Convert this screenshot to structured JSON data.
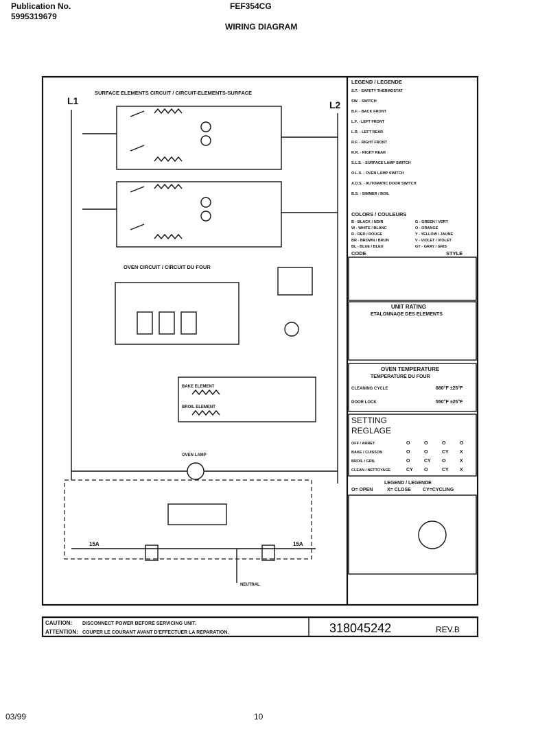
{
  "header": {
    "publication_label": "Publication No.",
    "publication_number": "5995319679",
    "model": "FEF354CG",
    "doc_title": "WIRING DIAGRAM"
  },
  "diagram": {
    "line_left": "L1",
    "line_right": "L2",
    "surface_title": "SURFACE ELEMENTS CIRCUIT / CIRCUIT-ELEMENTS-SURFACE",
    "oven_title": "OVEN CIRCUIT / CIRCUIT DU FOUR",
    "legend_title": "LEGEND / LEGENDE",
    "legend_items": [
      "S.T. - SAFETY THERMOSTAT",
      "SW. - SWITCH",
      "B.F. - BACK FRONT",
      "L.F. - LEFT FRONT",
      "L.R. - LEFT REAR",
      "R.F. - RIGHT FRONT",
      "R.R. - RIGHT REAR",
      "S.L.S. - SURFACE LAMP SWITCH",
      "O.L.S. - OVEN LAMP SWITCH",
      "A.D.S. - AUTOMATIC DOOR SWITCH",
      "B.S. - SIMMER / BOIL"
    ],
    "colors_title": "COLORS / COULEURS",
    "color_items": [
      "B - BLACK / NOIR",
      "W - WHITE / BLANC",
      "R - RED / ROUGE",
      "BR - BROWN / BRUN",
      "BL - BLUE / BLEU",
      "G - GREEN / VERT",
      "O - ORANGE",
      "Y - YELLOW / JAUNE",
      "V - VIOLET / VIOLET",
      "GY - GRAY / GRIS"
    ],
    "code_label": "CODE",
    "style_label": "STYLE",
    "unit_rating_title": "UNIT RATING",
    "unit_rating_subtitle": "ETALONNAGE DES ELEMENTS",
    "oven_temp_title": "OVEN TEMPERATURE",
    "oven_temp_subtitle": "TEMPERATURE DU FOUR",
    "cleaning_cycle": "CLEANING CYCLE",
    "cleaning_value": "880°F ±25°F",
    "door_lock": "DOOR LOCK",
    "door_lock_value": "550°F ±25°F",
    "setting_label": "SETTING",
    "reglage_label": "REGLAGE",
    "setting_rows": [
      {
        "label": "OFF / ARRET",
        "vals": [
          "O",
          "O",
          "O",
          "O"
        ]
      },
      {
        "label": "BAKE / CUISSON",
        "vals": [
          "O",
          "O",
          "CY",
          "X"
        ]
      },
      {
        "label": "BROIL / GRIL",
        "vals": [
          "O",
          "CY",
          "O",
          "X"
        ]
      },
      {
        "label": "CLEAN / NETTOYAGE",
        "vals": [
          "CY",
          "O",
          "CY",
          "X"
        ]
      }
    ],
    "legend2_title": "LEGEND / LEGENDE",
    "legend2_items": [
      "O= OPEN",
      "X= CLOSE",
      "CY=CYCLING"
    ],
    "fuse_left": "15A",
    "fuse_right": "15A",
    "bake_element": "BAKE ELEMENT",
    "broil_element": "BROIL ELEMENT",
    "oven_lamp": "OVEN LAMP",
    "neutral": "NEUTRAL",
    "attention_label_1": "CAUTION:",
    "attention_label_2": "ATTENTION:",
    "attention_text_1": "DISCONNECT POWER BEFORE SERVICING UNIT.",
    "attention_text_2": "COUPER LE COURANT AVANT D'EFFECTUER LA REPARATION.",
    "part_number": "318045242",
    "revision": "REV.B"
  },
  "footer": {
    "date": "03/99",
    "page": "10"
  }
}
